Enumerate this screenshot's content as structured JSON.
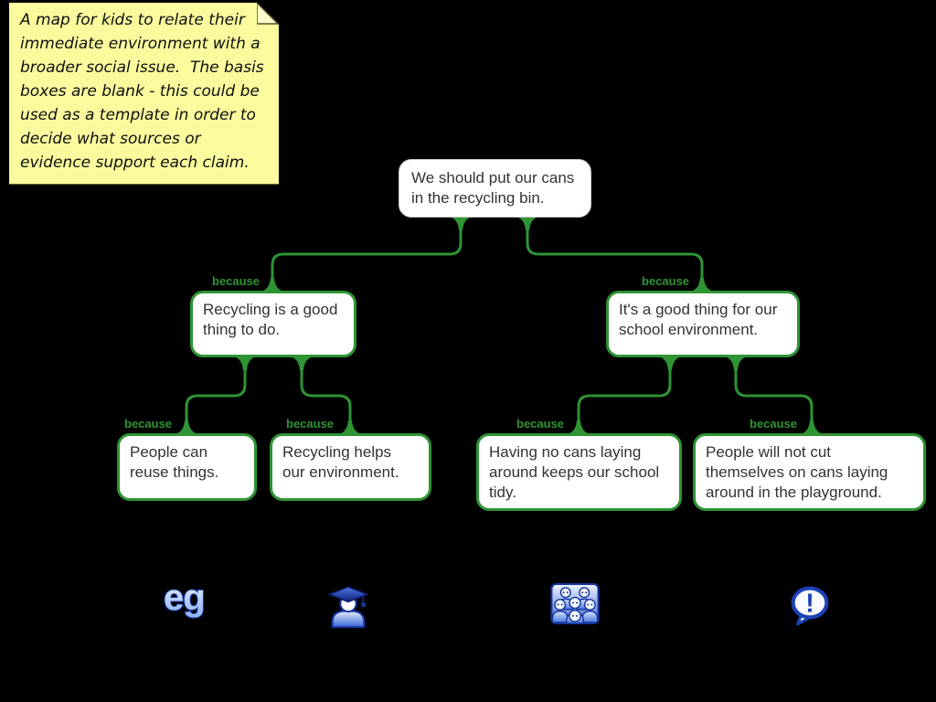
{
  "note": {
    "text": "A map for kids to relate their\nimmediate environment with a\nbroader social issue.  The basis\nboxes are blank - this could be\nused as a template in order to\ndecide what sources or\nevidence support each claim."
  },
  "map": {
    "contention": {
      "text": "We should put our cans\nin the recycling bin."
    },
    "reasons": [
      {
        "connector_label": "because",
        "text": "Recycling is a good\nthing to do.",
        "subreasons": [
          {
            "connector_label": "because",
            "text": "People can\nreuse things."
          },
          {
            "connector_label": "because",
            "text": "Recycling helps\nour environment."
          }
        ]
      },
      {
        "connector_label": "because",
        "text": "It's a good thing for our\nschool environment.",
        "subreasons": [
          {
            "connector_label": "because",
            "text": "Having no cans laying\naround keeps our school\ntidy."
          },
          {
            "connector_label": "because",
            "text": "People will not cut\nthemselves on cans laying\naround in the playground."
          }
        ]
      }
    ]
  },
  "basis_icons": [
    {
      "name": "example",
      "glyph": "eg"
    },
    {
      "name": "expert-graduate"
    },
    {
      "name": "common-belief-crowd"
    },
    {
      "name": "assertion-exclamation",
      "glyph": "!"
    }
  ],
  "colors": {
    "background": "#000000",
    "connector_green": "#2E9434",
    "note_yellow": "#FBFB9E",
    "box_text": "#333333",
    "icon_blue": "#1B41B4"
  }
}
